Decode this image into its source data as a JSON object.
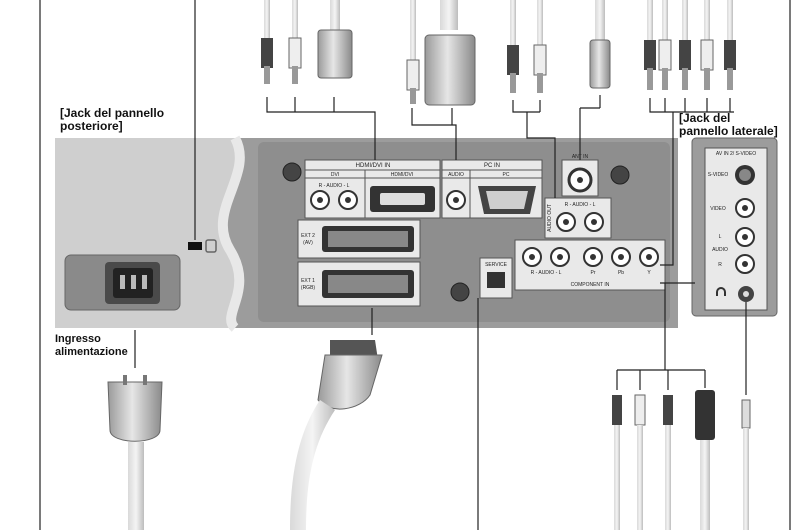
{
  "labels": {
    "rear_panel_title": [
      "[Jack del pannello",
      "posteriore]"
    ],
    "side_panel_title": [
      "[Jack del",
      "pannello laterale]"
    ],
    "power_input": [
      "Ingresso",
      "alimentazione"
    ]
  },
  "panel_text": {
    "hdmi_dvi_in": "HDMI/DVI IN",
    "dvi": "DVI",
    "r_audio_l": "R - AUDIO - L",
    "hdmi_dvi": "HDMI/DVI",
    "pc_in": "PC IN",
    "audio": "AUDIO",
    "pc": "PC",
    "ant_in": "ANT IN",
    "audio_out": "AUDIO OUT",
    "r_audio_l_out": "R - AUDIO - L",
    "ext2": [
      "EXT 2",
      "(AV)"
    ],
    "ext1": [
      "EXT 1",
      "(RGB)"
    ],
    "service": "SERVICE",
    "r_audio_l_comp": "R - AUDIO - L",
    "pr": "Pr",
    "pb": "Pb",
    "y": "Y",
    "component_in": "COMPONENT IN",
    "av_in2_svideo": "AV IN 2/ S-VIDEO",
    "s_video": "S-VIDEO",
    "video": "VIDEO",
    "side_l": "L",
    "side_audio": "AUDIO",
    "side_r": "R"
  },
  "icons": [
    "lock-icon",
    "headphone-icon",
    "power-plug-icon",
    "scart-plug-icon"
  ]
}
